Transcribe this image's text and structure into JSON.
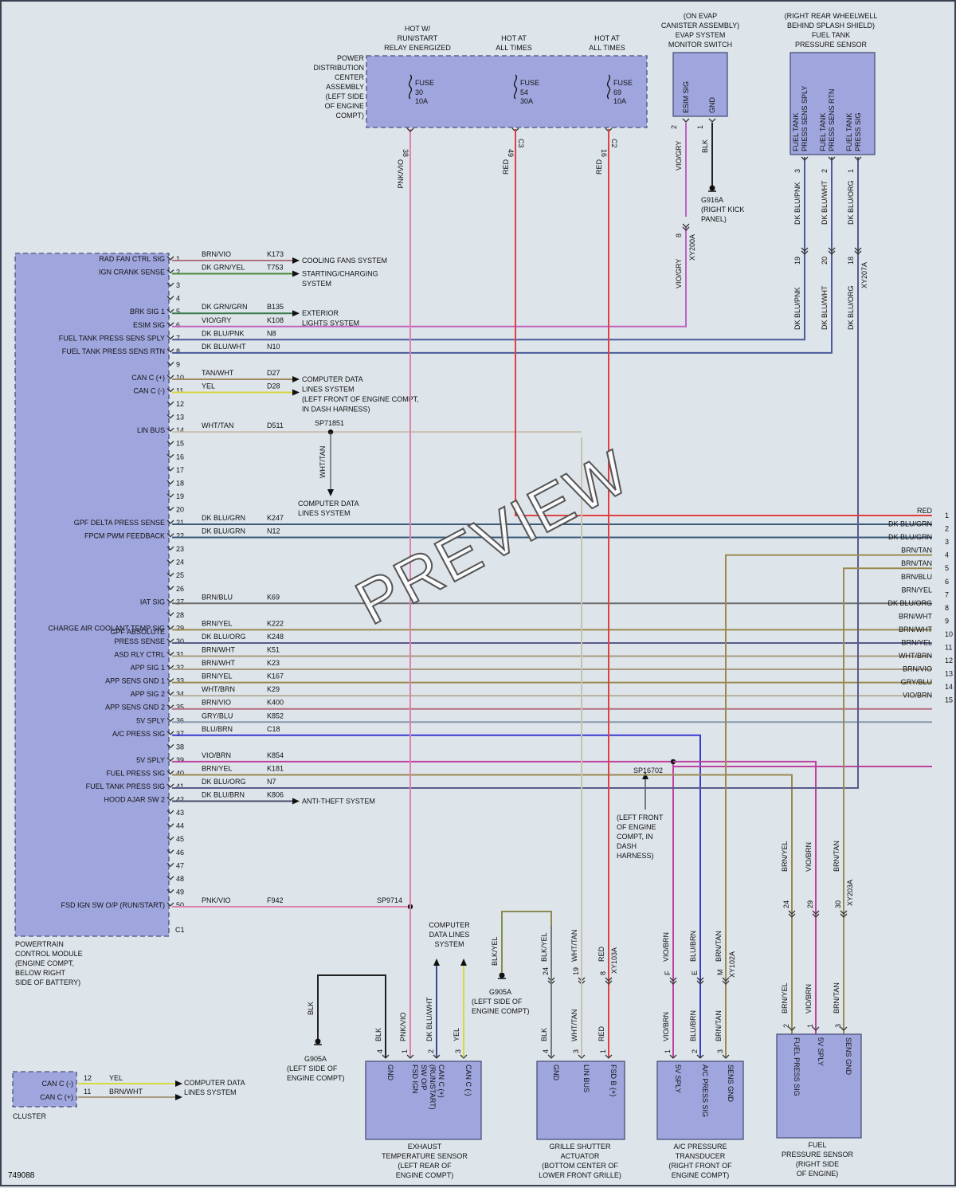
{
  "watermark": "PREVIEW",
  "figure_id": "749088",
  "colors": {
    "box_fill": "#9fa6de",
    "background": "#dee5ea"
  },
  "pcm": {
    "title": [
      "POWERTRAIN",
      "CONTROL MODULE",
      "(ENGINE COMPT,",
      "BELOW RIGHT",
      "SIDE OF BATTERY)"
    ],
    "connector": "C1",
    "pins": [
      {
        "n": "1",
        "label": "RAD FAN CTRL SIG",
        "color": "BRN/VIO",
        "circuit": "K173",
        "wire": "#b07080",
        "dest": "COOLING FANS SYSTEM"
      },
      {
        "n": "2",
        "label": "IGN CRANK SENSE",
        "color": "DK GRN/YEL",
        "circuit": "T753",
        "wire": "#4a8a3a",
        "dest": "STARTING/CHARGING|SYSTEM"
      },
      {
        "n": "3"
      },
      {
        "n": "4"
      },
      {
        "n": "5",
        "label": "BRK SIG 1",
        "color": "DK GRN/GRN",
        "circuit": "B135",
        "wire": "#3a7a4a",
        "dest": "EXTERIOR|LIGHTS SYSTEM"
      },
      {
        "n": "6",
        "label": "ESIM SIG",
        "color": "VIO/GRY",
        "circuit": "K108",
        "wire": "#c060c0"
      },
      {
        "n": "7",
        "label": "FUEL TANK PRESS SENS SPLY",
        "color": "DK BLU/PNK",
        "circuit": "N8",
        "wire": "#4a5a9a"
      },
      {
        "n": "8",
        "label": "FUEL TANK PRESS SENS RTN",
        "color": "DK BLU/WHT",
        "circuit": "N10",
        "wire": "#4a5a9a"
      },
      {
        "n": "9"
      },
      {
        "n": "10",
        "label": "CAN C (+)",
        "color": "TAN/WHT",
        "circuit": "D27",
        "wire": "#a08a60",
        "dest": "COMPUTER DATA|LINES SYSTEM|(LEFT FRONT OF ENGINE COMPT,|IN DASH HARNESS)"
      },
      {
        "n": "11",
        "label": "CAN C (-)",
        "color": "YEL",
        "circuit": "D28",
        "wire": "#d8d840"
      },
      {
        "n": "12"
      },
      {
        "n": "13"
      },
      {
        "n": "14",
        "label": "LIN BUS",
        "color": "WHT/TAN",
        "circuit": "D511",
        "wire": "#c8c0b0",
        "splice": "SP71851"
      },
      {
        "n": "15"
      },
      {
        "n": "16"
      },
      {
        "n": "17"
      },
      {
        "n": "18"
      },
      {
        "n": "19"
      },
      {
        "n": "20"
      },
      {
        "n": "21",
        "label": "GPF DELTA PRESS SENSE",
        "color": "DK BLU/GRN",
        "circuit": "K247",
        "wire": "#3a5a7a"
      },
      {
        "n": "22",
        "label": "FPCM PWM FEEDBACK",
        "color": "DK BLU/GRN",
        "circuit": "N12",
        "wire": "#3a5a7a"
      },
      {
        "n": "23"
      },
      {
        "n": "24"
      },
      {
        "n": "25"
      },
      {
        "n": "26"
      },
      {
        "n": "27",
        "label": "IAT SIG",
        "color": "BRN/BLU",
        "circuit": "K69",
        "wire": "#6a6a6a"
      },
      {
        "n": "28"
      },
      {
        "n": "29",
        "label": "CHARGE AIR COOLANT TEMP SIG",
        "color": "BRN/YEL",
        "circuit": "K222",
        "wire": "#9a8a50"
      },
      {
        "n": "30",
        "label": "GPF ABSOLUTE|PRESS SENSE",
        "color": "DK BLU/ORG",
        "circuit": "K248",
        "wire": "#5a5a8a"
      },
      {
        "n": "31",
        "label": "ASD RLY CTRL",
        "color": "BRN/WHT",
        "circuit": "K51",
        "wire": "#a89a80"
      },
      {
        "n": "32",
        "label": "APP SIG 1",
        "color": "BRN/WHT",
        "circuit": "K23",
        "wire": "#a89a80"
      },
      {
        "n": "33",
        "label": "APP SENS GND 1",
        "color": "BRN/YEL",
        "circuit": "K167",
        "wire": "#9a8a50"
      },
      {
        "n": "34",
        "label": "APP SIG 2",
        "color": "WHT/BRN",
        "circuit": "K29",
        "wire": "#b8b0a0"
      },
      {
        "n": "35",
        "label": "APP SENS GND 2",
        "color": "BRN/VIO",
        "circuit": "K400",
        "wire": "#b07080"
      },
      {
        "n": "36",
        "label": "5V SPLY",
        "color": "GRY/BLU",
        "circuit": "K852",
        "wire": "#8a9ab0"
      },
      {
        "n": "37",
        "label": "A/C PRESS SIG",
        "color": "BLU/BRN",
        "circuit": "C18",
        "wire": "#3a3ad0"
      },
      {
        "n": "38"
      },
      {
        "n": "39",
        "label": "5V SPLY",
        "color": "VIO/BRN",
        "circuit": "K854",
        "wire": "#c040a0"
      },
      {
        "n": "40",
        "label": "FUEL PRESS SIG",
        "color": "BRN/YEL",
        "circuit": "K181",
        "wire": "#9a8a50"
      },
      {
        "n": "41",
        "label": "FUEL TANK PRESS SIG",
        "color": "DK BLU/ORG",
        "circuit": "N7",
        "wire": "#5a5a8a"
      },
      {
        "n": "42",
        "label": "HOOD AJAR SW 2",
        "color": "DK BLU/BRN",
        "circuit": "K806",
        "wire": "#4a4a6a",
        "dest": "ANTI-THEFT SYSTEM"
      },
      {
        "n": "43"
      },
      {
        "n": "44"
      },
      {
        "n": "45"
      },
      {
        "n": "46"
      },
      {
        "n": "47"
      },
      {
        "n": "48"
      },
      {
        "n": "49"
      },
      {
        "n": "50",
        "label": "FSD IGN SW O/P (RUN/START)",
        "color": "PNK/VIO",
        "circuit": "F942",
        "wire": "#e080b0",
        "splice": "SP9714"
      }
    ]
  },
  "pdc": {
    "title": [
      "POWER",
      "DISTRIBUTION",
      "CENTER",
      "ASSEMBLY",
      "(LEFT SIDE",
      "OF ENGINE",
      "COMPT)"
    ],
    "fuses": [
      {
        "head": [
          "HOT W/",
          "RUN/START",
          "RELAY ENERGIZED"
        ],
        "label": "FUSE",
        "num": "30",
        "amps": "10A",
        "pin": "38",
        "conn": "",
        "color": "PNK/VIO"
      },
      {
        "head": [
          "HOT AT",
          "ALL TIMES"
        ],
        "label": "FUSE",
        "num": "54",
        "amps": "30A",
        "pin": "49",
        "conn": "C3",
        "color": "RED"
      },
      {
        "head": [
          "HOT AT",
          "ALL TIMES"
        ],
        "label": "FUSE",
        "num": "69",
        "amps": "10A",
        "pin": "16",
        "conn": "C2",
        "color": "RED"
      }
    ]
  },
  "evap": {
    "title": [
      "(ON EVAP",
      "CANISTER ASSEMBLY)",
      "EVAP SYSTEM",
      "MONITOR SWITCH"
    ],
    "pins": [
      {
        "n": "2",
        "label": "ESIM SIG",
        "color": "VIO/GRY"
      },
      {
        "n": "1",
        "label": "GND",
        "color": "BLK"
      }
    ],
    "ground": "G916A",
    "ground_loc": [
      "(RIGHT KICK",
      "PANEL)"
    ],
    "inline": "XY200A",
    "inline_pin": "8"
  },
  "ftps": {
    "title": [
      "(RIGHT REAR WHEELWELL",
      "BEHIND SPLASH SHIELD)",
      "FUEL TANK",
      "PRESSURE SENSOR"
    ],
    "pins": [
      {
        "n": "3",
        "label": "FUEL TANK|PRESS SENS SPLY",
        "color": "DK BLU/PNK",
        "inline": "19"
      },
      {
        "n": "2",
        "label": "FUEL TANK|PRESS SENS RTN",
        "color": "DK BLU/WHT",
        "inline": "20"
      },
      {
        "n": "1",
        "label": "FUEL TANK|PRESS SIG",
        "color": "DK BLU/ORG",
        "inline": "18"
      }
    ],
    "inline": "XY207A"
  },
  "right_edge": [
    {
      "n": "1",
      "color": "RED"
    },
    {
      "n": "2",
      "color": "DK BLU/GRN"
    },
    {
      "n": "3",
      "color": "DK BLU/GRN"
    },
    {
      "n": "4",
      "color": "BRN/TAN"
    },
    {
      "n": "5",
      "color": "BRN/TAN"
    },
    {
      "n": "6",
      "color": "BRN/BLU"
    },
    {
      "n": "7",
      "color": "BRN/YEL"
    },
    {
      "n": "8",
      "color": "DK BLU/ORG"
    },
    {
      "n": "9",
      "color": "BRN/WHT"
    },
    {
      "n": "10",
      "color": "BRN/WHT"
    },
    {
      "n": "11",
      "color": "BRN/YEL"
    },
    {
      "n": "12",
      "color": "WHT/BRN"
    },
    {
      "n": "13",
      "color": "BRN/VIO"
    },
    {
      "n": "14",
      "color": "GRY/BLU"
    },
    {
      "n": "15",
      "color": "VIO/BRN"
    }
  ],
  "splices": {
    "sp16702": "SP16702",
    "sp16702_loc": [
      "(LEFT FRONT",
      "OF ENGINE",
      "COMPT, IN",
      "DASH",
      "HARNESS)"
    ],
    "sp71851_dest": [
      "COMPUTER DATA",
      "LINES SYSTEM"
    ],
    "sp71851_color": "WHT/TAN"
  },
  "exhaust": {
    "title": [
      "EXHAUST",
      "TEMPERATURE SENSOR",
      "(LEFT REAR OF",
      "ENGINE COMPT)"
    ],
    "pins": [
      {
        "n": "4",
        "label": "GND",
        "color": "BLK"
      },
      {
        "n": "1",
        "label": "FSD IGN|SW O/P|(RUN/START)",
        "color": "PNK/VIO"
      },
      {
        "n": "2",
        "label": "CAN C (+)",
        "color": "DK BLU/WHT"
      },
      {
        "n": "3",
        "label": "CAN C (-)",
        "color": "YEL"
      }
    ],
    "ground": "G905A",
    "ground_loc": [
      "(LEFT SIDE OF",
      "ENGINE COMPT)"
    ],
    "ground_color": "BLK",
    "cdl": [
      "COMPUTER",
      "DATA LINES",
      "SYSTEM"
    ]
  },
  "grille": {
    "title": [
      "GRILLE SHUTTER",
      "ACTUATOR",
      "(BOTTOM CENTER OF",
      "LOWER FRONT GRILLE)"
    ],
    "pins": [
      {
        "n": "4",
        "label": "GND",
        "color": "BLK",
        "inline": "24",
        "icolor": "BLK/YEL"
      },
      {
        "n": "3",
        "label": "LIN BUS",
        "color": "WHT/TAN",
        "inline": "19",
        "icolor": "WHT/TAN"
      },
      {
        "n": "1",
        "label": "FSD B (+)",
        "color": "RED",
        "inline": "8",
        "icolor": "RED"
      }
    ],
    "inline": "XY103A",
    "ground": "G905A",
    "ground_loc": [
      "(LEFT SIDE OF",
      "ENGINE COMPT)"
    ],
    "ground_color": "BLK/YEL"
  },
  "ac": {
    "title": [
      "A/C PRESSURE",
      "TRANSDUCER",
      "(RIGHT FRONT OF",
      "ENGINE COMPT)"
    ],
    "pins": [
      {
        "n": "1",
        "label": "5V SPLY",
        "color": "VIO/BRN",
        "inline": "F",
        "icolor": "VIO/BRN"
      },
      {
        "n": "2",
        "label": "A/C PRESS SIG",
        "color": "BLU/BRN",
        "inline": "E",
        "icolor": "BLU/BRN"
      },
      {
        "n": "3",
        "label": "SENS GND",
        "color": "BRN/TAN",
        "inline": "M",
        "icolor": "BRN/TAN"
      }
    ],
    "inline": "XY102A"
  },
  "fuelps": {
    "title": [
      "FUEL",
      "PRESSURE SENSOR",
      "(RIGHT SIDE",
      "OF ENGINE)"
    ],
    "pins": [
      {
        "n": "2",
        "label": "FUEL PRESS SIG",
        "color": "BRN/YEL",
        "inline": "24",
        "icolor": "BRN/YEL"
      },
      {
        "n": "1",
        "label": "5V SPLY",
        "color": "VIO/BRN",
        "inline": "29",
        "icolor": "VIO/BRN"
      },
      {
        "n": "3",
        "label": "SENS GND",
        "color": "BRN/TAN",
        "inline": "30",
        "icolor": "BRN/TAN"
      }
    ],
    "inline": "XY203A"
  },
  "cluster": {
    "title": "CLUSTER",
    "pins": [
      {
        "n": "12",
        "label": "CAN C (-)",
        "color": "YEL"
      },
      {
        "n": "11",
        "label": "CAN C (+)",
        "color": "BRN/WHT"
      }
    ],
    "dest": [
      "COMPUTER DATA",
      "LINES SYSTEM"
    ]
  }
}
